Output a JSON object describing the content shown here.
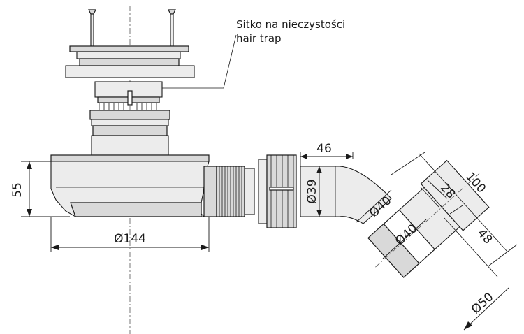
{
  "callout": {
    "line1": "Sitko na nieczystości",
    "line2": "hair trap"
  },
  "dimensions": {
    "height_body": "55",
    "diameter_body": "Ø144",
    "width_outlet": "46",
    "diameter_outlet": "Ø39",
    "diameter_elbow": "Ø40",
    "diameter_adapter": "Ø40",
    "length_adapter": "28",
    "length_total": "100",
    "length_sleeve": "48",
    "diameter_end": "Ø50"
  }
}
